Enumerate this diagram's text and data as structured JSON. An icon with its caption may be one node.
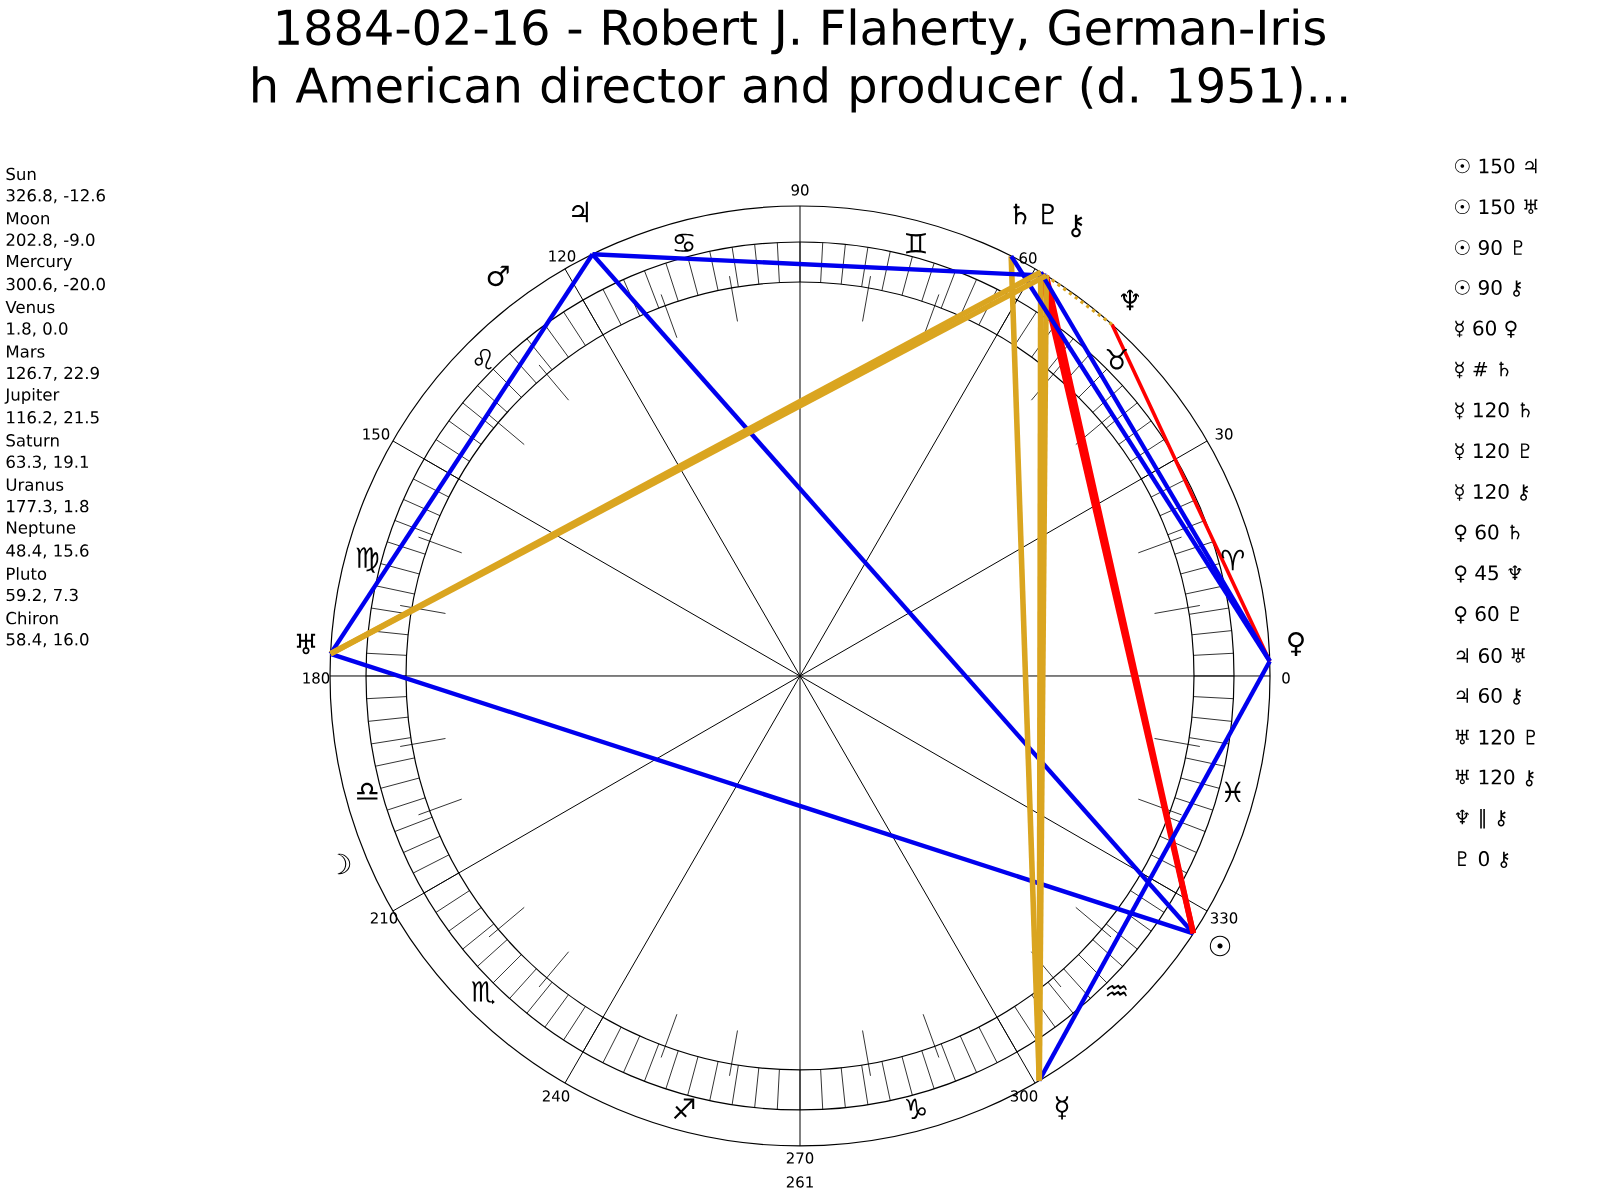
{
  "diagram": {
    "title": "1884-02-16 - Robert J. Flaherty, German-Iris h American director and producer (d. 1951)...",
    "labels": [
      "Sun",
      "326.8, -12.6",
      "Moon",
      "202.8, -9.0",
      "Mercury",
      "300.6, -20.0",
      "Venus",
      "1.8, 0.0",
      "Mars",
      "126.7, 22.9",
      "Jupiter",
      "116.2, 21.5",
      "Saturn",
      "63.3, 19.1",
      "Uranus",
      "177.3, 1.8",
      "Neptune",
      "48.4, 15.6",
      "Pluto",
      "59.2, 7.3",
      "Chiron",
      "58.4, 16.0",
      "☉ 150 ♃",
      "☉ 150 ♅",
      "☉ 90 ♇",
      "☉ 90 ⚷",
      "☿ 60 ♀",
      "☿ # ♄",
      "☿ 120 ♄",
      "☿ 120 ♇",
      "☿ 120 ⚷",
      "♀ 60 ♄",
      "♀ 45 ♆",
      "♀ 60 ♇",
      "♃ 60 ♅",
      "♃ 60 ⚷",
      "♅ 120 ♇",
      "♅ 120 ⚷",
      "♆ ∥ ⚷",
      "♇ 0 ⚷",
      "♂",
      "120",
      "♃",
      "♋",
      "90",
      "♊",
      "♄",
      "60",
      "♇",
      "⚷",
      "♆",
      "♌",
      "♉",
      "150",
      "30",
      "♍",
      "♈",
      "♅",
      "♀",
      "180",
      "0",
      "♎",
      "♓",
      "☽",
      "210",
      "330",
      "☉",
      "♏",
      "♒",
      "240",
      "♐",
      "♑",
      "300",
      "☿",
      "270",
      "261"
    ]
  }
}
